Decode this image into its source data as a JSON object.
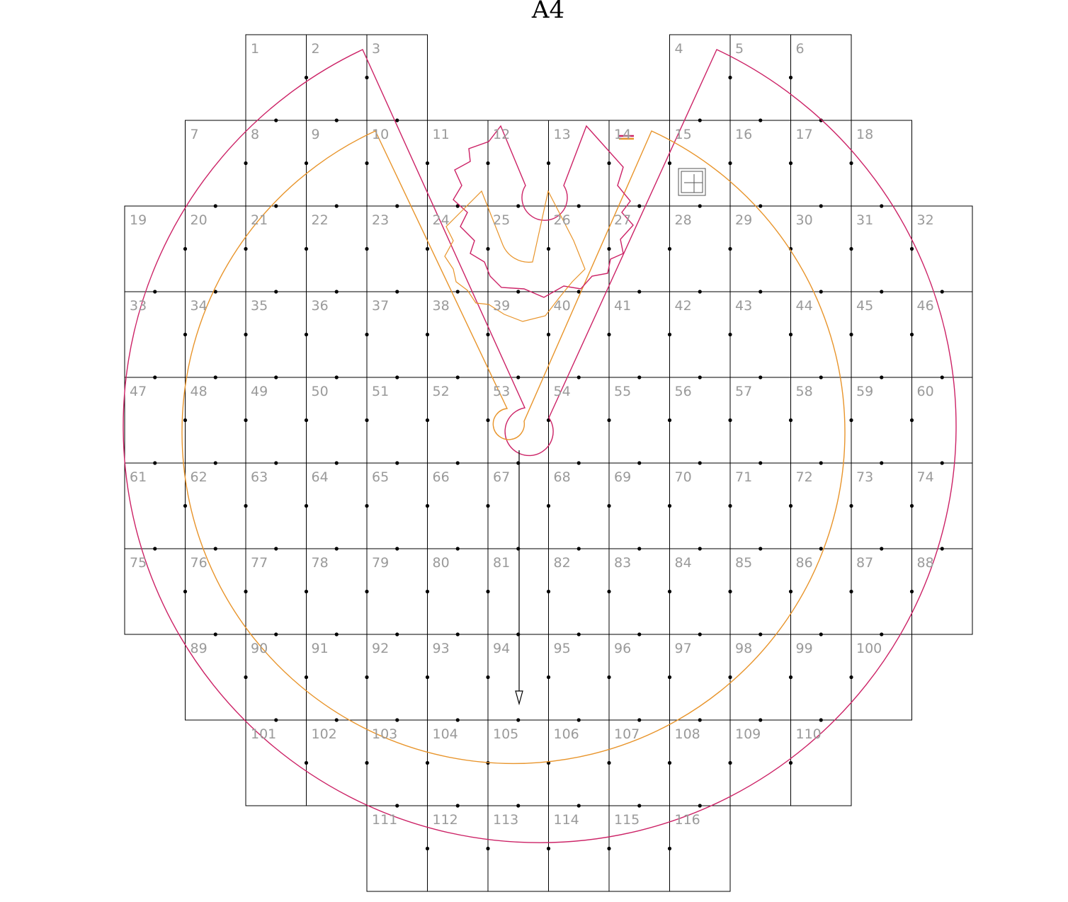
{
  "title": "A4",
  "colors": {
    "grid": "#000000",
    "outer_piece": "#cc2266",
    "inner_piece": "#e8942a",
    "label": "#9a9a9a",
    "grainline": "#000000"
  },
  "tiles": [
    {
      "n": "1",
      "r": 0,
      "c": 2
    },
    {
      "n": "2",
      "r": 0,
      "c": 3
    },
    {
      "n": "3",
      "r": 0,
      "c": 4
    },
    {
      "n": "4",
      "r": 0,
      "c": 9
    },
    {
      "n": "5",
      "r": 0,
      "c": 10
    },
    {
      "n": "6",
      "r": 0,
      "c": 11
    },
    {
      "n": "7",
      "r": 1,
      "c": 1
    },
    {
      "n": "8",
      "r": 1,
      "c": 2
    },
    {
      "n": "9",
      "r": 1,
      "c": 3
    },
    {
      "n": "10",
      "r": 1,
      "c": 4
    },
    {
      "n": "11",
      "r": 1,
      "c": 5
    },
    {
      "n": "12",
      "r": 1,
      "c": 6
    },
    {
      "n": "13",
      "r": 1,
      "c": 7
    },
    {
      "n": "14",
      "r": 1,
      "c": 8
    },
    {
      "n": "15",
      "r": 1,
      "c": 9
    },
    {
      "n": "16",
      "r": 1,
      "c": 10
    },
    {
      "n": "17",
      "r": 1,
      "c": 11
    },
    {
      "n": "18",
      "r": 1,
      "c": 12
    },
    {
      "n": "19",
      "r": 2,
      "c": 0
    },
    {
      "n": "20",
      "r": 2,
      "c": 1
    },
    {
      "n": "21",
      "r": 2,
      "c": 2
    },
    {
      "n": "22",
      "r": 2,
      "c": 3
    },
    {
      "n": "23",
      "r": 2,
      "c": 4
    },
    {
      "n": "24",
      "r": 2,
      "c": 5
    },
    {
      "n": "25",
      "r": 2,
      "c": 6
    },
    {
      "n": "26",
      "r": 2,
      "c": 7
    },
    {
      "n": "27",
      "r": 2,
      "c": 8
    },
    {
      "n": "28",
      "r": 2,
      "c": 9
    },
    {
      "n": "29",
      "r": 2,
      "c": 10
    },
    {
      "n": "30",
      "r": 2,
      "c": 11
    },
    {
      "n": "31",
      "r": 2,
      "c": 12
    },
    {
      "n": "32",
      "r": 2,
      "c": 13
    },
    {
      "n": "33",
      "r": 3,
      "c": 0
    },
    {
      "n": "34",
      "r": 3,
      "c": 1
    },
    {
      "n": "35",
      "r": 3,
      "c": 2
    },
    {
      "n": "36",
      "r": 3,
      "c": 3
    },
    {
      "n": "37",
      "r": 3,
      "c": 4
    },
    {
      "n": "38",
      "r": 3,
      "c": 5
    },
    {
      "n": "39",
      "r": 3,
      "c": 6
    },
    {
      "n": "40",
      "r": 3,
      "c": 7
    },
    {
      "n": "41",
      "r": 3,
      "c": 8
    },
    {
      "n": "42",
      "r": 3,
      "c": 9
    },
    {
      "n": "43",
      "r": 3,
      "c": 10
    },
    {
      "n": "44",
      "r": 3,
      "c": 11
    },
    {
      "n": "45",
      "r": 3,
      "c": 12
    },
    {
      "n": "46",
      "r": 3,
      "c": 13
    },
    {
      "n": "47",
      "r": 4,
      "c": 0
    },
    {
      "n": "48",
      "r": 4,
      "c": 1
    },
    {
      "n": "49",
      "r": 4,
      "c": 2
    },
    {
      "n": "50",
      "r": 4,
      "c": 3
    },
    {
      "n": "51",
      "r": 4,
      "c": 4
    },
    {
      "n": "52",
      "r": 4,
      "c": 5
    },
    {
      "n": "53",
      "r": 4,
      "c": 6
    },
    {
      "n": "54",
      "r": 4,
      "c": 7
    },
    {
      "n": "55",
      "r": 4,
      "c": 8
    },
    {
      "n": "56",
      "r": 4,
      "c": 9
    },
    {
      "n": "57",
      "r": 4,
      "c": 10
    },
    {
      "n": "58",
      "r": 4,
      "c": 11
    },
    {
      "n": "59",
      "r": 4,
      "c": 12
    },
    {
      "n": "60",
      "r": 4,
      "c": 13
    },
    {
      "n": "61",
      "r": 5,
      "c": 0
    },
    {
      "n": "62",
      "r": 5,
      "c": 1
    },
    {
      "n": "63",
      "r": 5,
      "c": 2
    },
    {
      "n": "64",
      "r": 5,
      "c": 3
    },
    {
      "n": "65",
      "r": 5,
      "c": 4
    },
    {
      "n": "66",
      "r": 5,
      "c": 5
    },
    {
      "n": "67",
      "r": 5,
      "c": 6
    },
    {
      "n": "68",
      "r": 5,
      "c": 7
    },
    {
      "n": "69",
      "r": 5,
      "c": 8
    },
    {
      "n": "70",
      "r": 5,
      "c": 9
    },
    {
      "n": "71",
      "r": 5,
      "c": 10
    },
    {
      "n": "72",
      "r": 5,
      "c": 11
    },
    {
      "n": "73",
      "r": 5,
      "c": 12
    },
    {
      "n": "74",
      "r": 5,
      "c": 13
    },
    {
      "n": "75",
      "r": 6,
      "c": 0
    },
    {
      "n": "76",
      "r": 6,
      "c": 1
    },
    {
      "n": "77",
      "r": 6,
      "c": 2
    },
    {
      "n": "78",
      "r": 6,
      "c": 3
    },
    {
      "n": "79",
      "r": 6,
      "c": 4
    },
    {
      "n": "80",
      "r": 6,
      "c": 5
    },
    {
      "n": "81",
      "r": 6,
      "c": 6
    },
    {
      "n": "82",
      "r": 6,
      "c": 7
    },
    {
      "n": "83",
      "r": 6,
      "c": 8
    },
    {
      "n": "84",
      "r": 6,
      "c": 9
    },
    {
      "n": "85",
      "r": 6,
      "c": 10
    },
    {
      "n": "86",
      "r": 6,
      "c": 11
    },
    {
      "n": "87",
      "r": 6,
      "c": 12
    },
    {
      "n": "88",
      "r": 6,
      "c": 13
    },
    {
      "n": "89",
      "r": 7,
      "c": 1
    },
    {
      "n": "90",
      "r": 7,
      "c": 2
    },
    {
      "n": "91",
      "r": 7,
      "c": 3
    },
    {
      "n": "92",
      "r": 7,
      "c": 4
    },
    {
      "n": "93",
      "r": 7,
      "c": 5
    },
    {
      "n": "94",
      "r": 7,
      "c": 6
    },
    {
      "n": "95",
      "r": 7,
      "c": 7
    },
    {
      "n": "96",
      "r": 7,
      "c": 8
    },
    {
      "n": "97",
      "r": 7,
      "c": 9
    },
    {
      "n": "98",
      "r": 7,
      "c": 10
    },
    {
      "n": "99",
      "r": 7,
      "c": 11
    },
    {
      "n": "100",
      "r": 7,
      "c": 12
    },
    {
      "n": "101",
      "r": 8,
      "c": 2
    },
    {
      "n": "102",
      "r": 8,
      "c": 3
    },
    {
      "n": "103",
      "r": 8,
      "c": 4
    },
    {
      "n": "104",
      "r": 8,
      "c": 5
    },
    {
      "n": "105",
      "r": 8,
      "c": 6
    },
    {
      "n": "106",
      "r": 8,
      "c": 7
    },
    {
      "n": "107",
      "r": 8,
      "c": 8
    },
    {
      "n": "108",
      "r": 8,
      "c": 9
    },
    {
      "n": "109",
      "r": 8,
      "c": 10
    },
    {
      "n": "110",
      "r": 8,
      "c": 11
    },
    {
      "n": "111",
      "r": 9,
      "c": 4
    },
    {
      "n": "112",
      "r": 9,
      "c": 5
    },
    {
      "n": "113",
      "r": 9,
      "c": 6
    },
    {
      "n": "114",
      "r": 9,
      "c": 7
    },
    {
      "n": "115",
      "r": 9,
      "c": 8
    },
    {
      "n": "116",
      "r": 9,
      "c": 9
    }
  ]
}
